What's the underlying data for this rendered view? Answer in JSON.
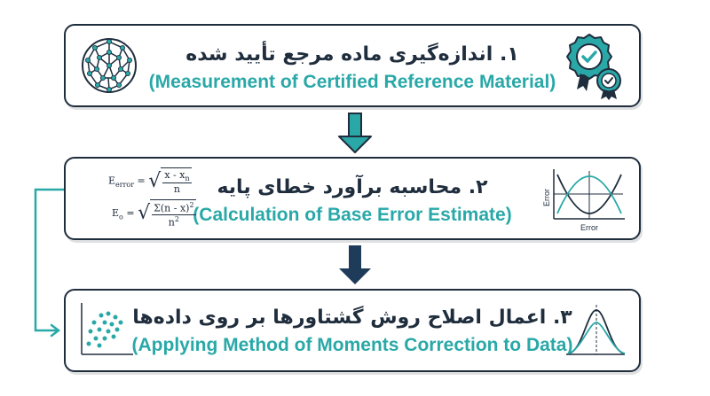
{
  "steps": [
    {
      "title_fa": "۱. اندازه‌گیری ماده مرجع تأیید شده",
      "title_en": "(Measurement of Certified Reference Material)"
    },
    {
      "title_fa": "۲. محاسبه برآورد خطای پایه",
      "title_en": "(Calculation of Base Error Estimate)"
    },
    {
      "title_fa": "۳. اعمال اصلاح روش گشتاورها بر روی داده‌ها",
      "title_en": "(Applying Method of Moments Correction to Data)"
    }
  ],
  "formulas": {
    "f1_lhs": "E",
    "f1_lhs_sub": "error",
    "f1_num": "x - x",
    "f1_num_sub": "n",
    "f1_den": "n",
    "f2_lhs": "E",
    "f2_lhs_sub": "o",
    "f2_num": "Σ(n - x)",
    "f2_num_sup": "2",
    "f2_den": "n",
    "f2_den_sup": "2"
  },
  "error_chart": {
    "y_label": "Error",
    "x_label": "Error"
  },
  "icons": {
    "box1_left": "molecule-sphere-icon",
    "box1_right": "certified-badge-icon",
    "box3_left": "scatter-plot-icon",
    "box3_right": "distribution-curves-icon"
  },
  "colors": {
    "navy": "#1f2d3d",
    "teal": "#2aa8a8"
  }
}
